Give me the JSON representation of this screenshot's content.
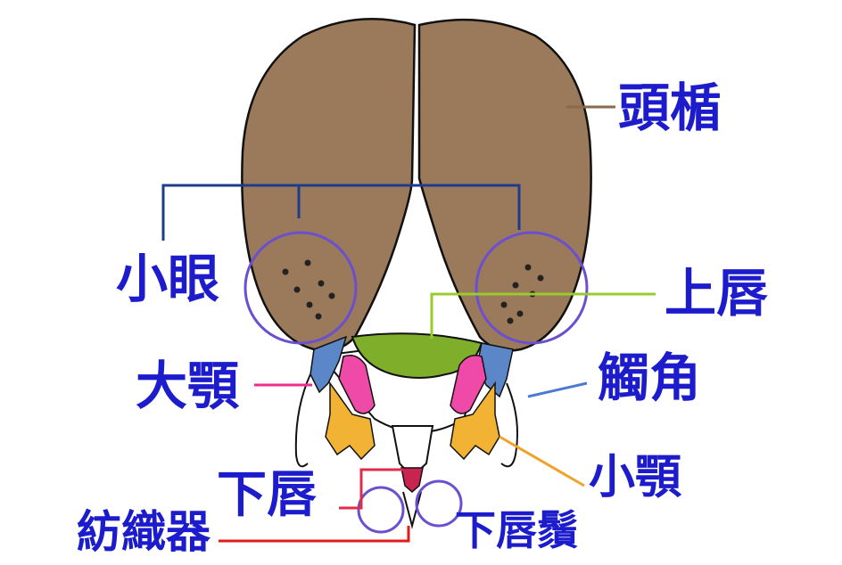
{
  "labels": {
    "head_shield": "頭楯",
    "ocelli": "小眼",
    "labrum": "上唇",
    "mandible": "大顎",
    "antenna": "觸角",
    "maxilla": "小顎",
    "labium": "下唇",
    "spinneret": "紡織器",
    "labial_palp": "下唇鬚"
  },
  "colors": {
    "label_text": "#1c1ccc",
    "head_capsule": "#9a7a5a",
    "outline": "#111111",
    "highlight_circle": "#6a4fd0",
    "ocelli_bracket": "#1f3c8a",
    "head_shield_line": "#8a6a4a",
    "labrum_line": "#9acb2e",
    "labrum_fill": "#7fae2a",
    "antenna_line": "#4b7bd0",
    "antenna_fill": "#5b86c8",
    "mandible_line": "#ec2f8e",
    "mandible_fill": "#f04aa8",
    "maxilla_line": "#f0a22a",
    "maxilla_fill": "#f2b233",
    "labium_line": "#e02c4a",
    "labium_fill": "#c8244f",
    "spinneret_line": "#e11a1a"
  }
}
